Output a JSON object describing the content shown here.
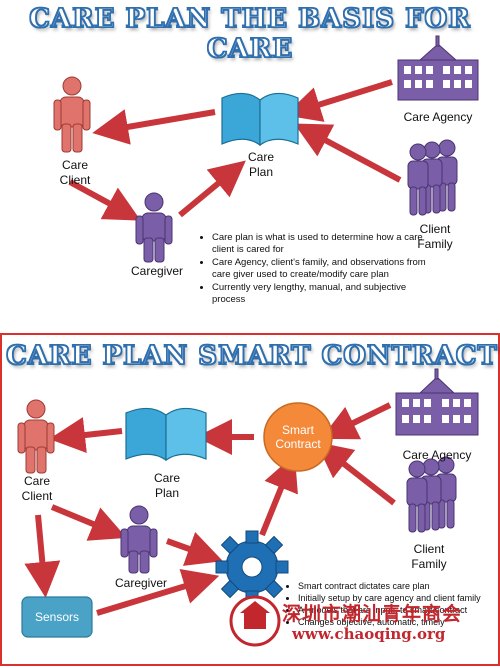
{
  "top": {
    "title": "Care Plan the Basis for Care",
    "labels": {
      "care_client": "Care Client",
      "care_plan": "Care Plan",
      "caregiver": "Caregiver",
      "care_agency": "Care Agency",
      "client_family": "Client Family"
    },
    "bullets": [
      "Care plan is what is used to determine how a care client is cared for",
      "Care Agency, client's family, and observations from care giver used to create/modify care plan",
      "Currently very lengthy, manual, and subjective process"
    ]
  },
  "bottom": {
    "title": "Care Plan Smart Contract",
    "labels": {
      "care_client": "Care Client",
      "care_plan": "Care Plan",
      "caregiver": "Caregiver",
      "care_agency": "Care Agency",
      "client_family": "Client Family",
      "smart_contract": "Smart Contract",
      "sensors": "Sensors"
    },
    "bullets": [
      "Smart contract dictates care plan",
      "Initially setup by care agency and client family",
      "AI models that are inputs to smart contract",
      "Changes objective, automatic, timely"
    ]
  },
  "watermark": {
    "chinese": "深圳市潮汕青年商会",
    "url": "www.chaoqing.org"
  },
  "colors": {
    "person_red": "#e0736b",
    "person_purple": "#7a5ea8",
    "book_blue": "#3aa7d8",
    "arrow": "#c8353a",
    "smart_contract": "#f4893a",
    "sensors": "#4aa3c6",
    "gear": "#1f6fb5",
    "title_stroke": "#2f6fae",
    "border": "#d9312b"
  }
}
